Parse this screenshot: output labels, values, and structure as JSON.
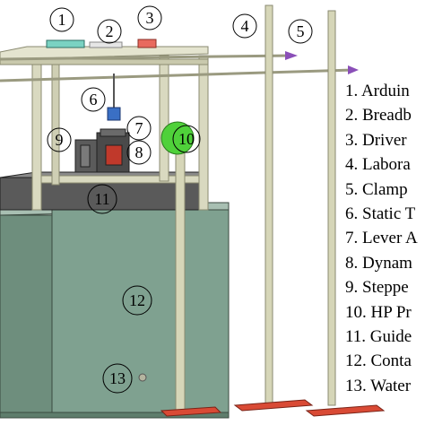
{
  "callouts": {
    "c1": "1",
    "c2": "2",
    "c3": "3",
    "c4": "4",
    "c5": "5",
    "c6": "6",
    "c7": "7",
    "c8": "8",
    "c9": "9",
    "c10": "10",
    "c11": "11",
    "c12": "12",
    "c13": "13"
  },
  "legend": {
    "items": [
      "1. Arduin",
      "2. Breadb",
      "3. Driver",
      "4. Labora",
      "5. Clamp",
      "6. Static T",
      "7. Lever A",
      "8. Dynam",
      "9. Steppe",
      "10. HP Pr",
      "11. Guide",
      "12. Conta",
      "13. Water"
    ]
  },
  "colors": {
    "tank_front": "#7d9e8d",
    "tank_side": "#5e7d6c",
    "tank_top": "#a8bfb2",
    "frame": "#d9d9c0",
    "frame_edge": "#8a8a70",
    "rod": "#d6d6b8",
    "stand_base": "#d94a35",
    "ball": "#4fd13a",
    "arduino": "#7ad2c2",
    "driver": "#e86a5e",
    "sensor": "#3a6fc4",
    "motor": "#5b5b5b",
    "dark_plate": "#555555",
    "clamp_tip": "#8a4fb8"
  }
}
